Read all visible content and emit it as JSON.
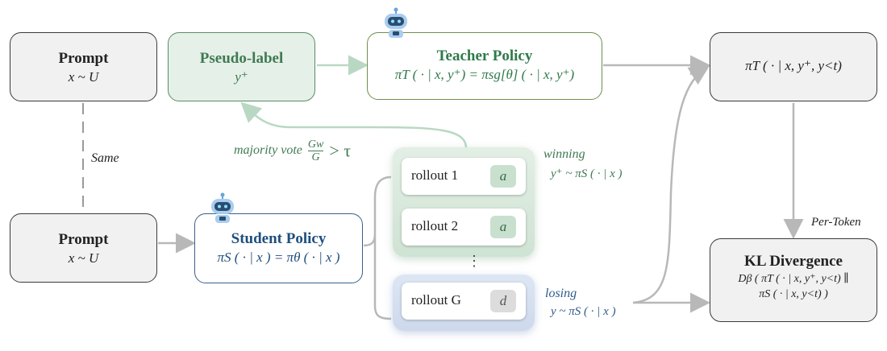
{
  "prompt_top": {
    "title": "Prompt",
    "expr": "x ~ U"
  },
  "prompt_bottom": {
    "title": "Prompt",
    "expr": "x ~ U"
  },
  "pseudo_label": {
    "title": "Pseudo-label",
    "expr": "y⁺"
  },
  "teacher": {
    "title": "Teacher Policy",
    "expr": "πT ( · | x, y⁺) = πsg[θ] ( · | x, y⁺)"
  },
  "student": {
    "title": "Student Policy",
    "expr": "πS ( · | x ) = πθ ( · | x )"
  },
  "teacher_output": {
    "expr": "πT ( · | x, y⁺, y<t)"
  },
  "kl": {
    "title": "KL Divergence",
    "line1": "Dβ ( πT ( · | x, y⁺, y<t) ∥",
    "line2": "πS ( · | x, y<t) )"
  },
  "labels": {
    "same": "Same",
    "majority_vote": "majority vote",
    "frac_num": "Gw",
    "frac_den": "G",
    "threshold": "> τ",
    "winning": "winning",
    "winning_expr": "y⁺ ~ πS ( · | x )",
    "losing": "losing",
    "losing_expr": "y ~ πS ( · | x )",
    "per_token": "Per-Token",
    "ellipsis": "⋮"
  },
  "rollouts": [
    {
      "label": "rollout 1",
      "answer": "a",
      "status": "win"
    },
    {
      "label": "rollout 2",
      "answer": "a",
      "status": "win"
    },
    {
      "label": "rollout G",
      "answer": "d",
      "status": "lose"
    }
  ],
  "colors": {
    "green": "#3f7a52",
    "blue": "#1f4e7d",
    "arrow_gray": "#b8b8b8",
    "arrow_green": "#b9d8c3",
    "dashed_gray": "#9a9a9a"
  },
  "icons": [
    "robot-icon",
    "robot-icon"
  ]
}
